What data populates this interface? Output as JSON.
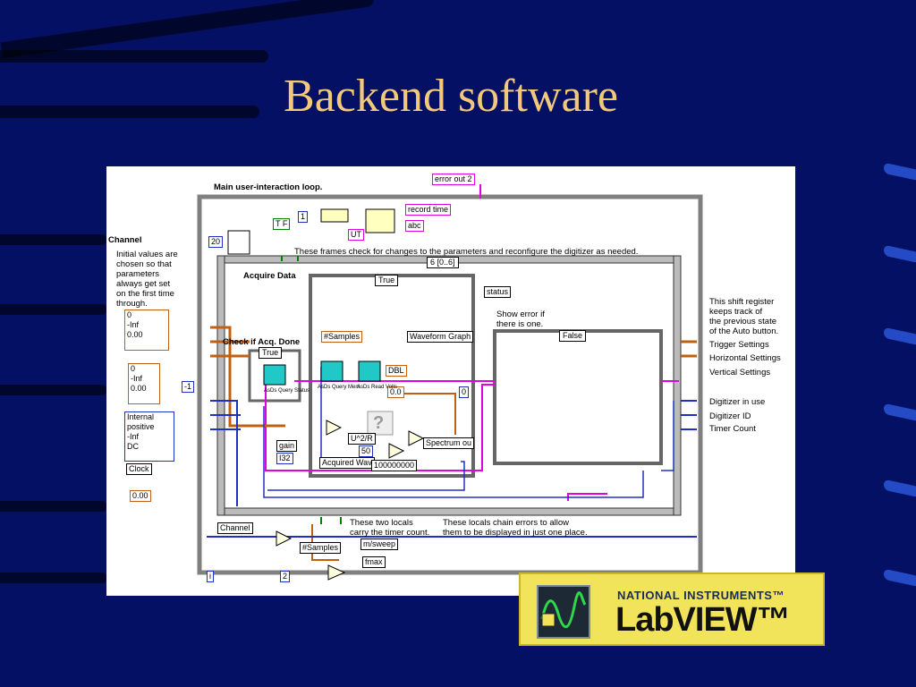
{
  "slide": {
    "title": "Backend software"
  },
  "diagram": {
    "loop_label": "Main user-interaction loop.",
    "channel_heading": "Channel",
    "initial_note": "Initial values are\nchosen so that\nparameters\nalways get set\non the first time\nthrough.",
    "frames_note": "These frames check for changes to the parameters and reconfigure the digitizer as needed.",
    "acquire_label": "Acquire Data",
    "check_label": "Check if Acq. Done",
    "show_error": "Show error if\nthere is one.",
    "shift_note": "This shift register\nkeeps track of\nthe previous state\nof the Auto button.",
    "right_labels": [
      "Trigger Settings",
      "Horizontal Settings",
      "Vertical Settings",
      "Digitizer in use",
      "Digitizer ID",
      "Timer Count"
    ],
    "locals_note": "These two locals\ncarry the timer count.",
    "chain_note": "These locals chain errors to allow\nthem to be displayed in just one place.",
    "error_out": "error out 2",
    "record_time": "record time",
    "abc": "abc",
    "ut": "UT",
    "status": "status",
    "waveform_graph": "Waveform Graph",
    "samples": "#Samples",
    "samples2": "#Samples",
    "acquired": "Acquired Wav",
    "spectrum": "Spectrum ou",
    "gain": "gain",
    "i32": "I32",
    "dbl": "DBL",
    "channel": "Channel",
    "clock": "Clock",
    "msweep": "m/sweep",
    "fmax": "fmax",
    "u2r": "U^2/R",
    "big_number": "100000000",
    "fifty": "50",
    "zero_zero": "0.0",
    "case_true": "True",
    "case_true2": "True",
    "case_false": "False",
    "seq": "6 [0..6]",
    "tf": "T F",
    "twenty": "20",
    "one": "1",
    "two": "2",
    "zero": "0",
    "neg_one": "-1",
    "neg_inf": "-Inf",
    "neg_inf2": "-Inf",
    "neg_inf3": "-Inf",
    "zero_val": "0.00",
    "zero_val2": "0.00",
    "zero_val3": "0.00",
    "internal": "Internal",
    "positive": "positive",
    "dc": "DC",
    "vi_query_status": "AsDs Query Status",
    "vi_query_mem": "AsDs Query Mem",
    "vi_read_volts": "AsDs Read Volts",
    "question": "?",
    "i_label": "i"
  },
  "logo": {
    "brand": "NATIONAL INSTRUMENTS™",
    "product": "LabVIEW™"
  }
}
